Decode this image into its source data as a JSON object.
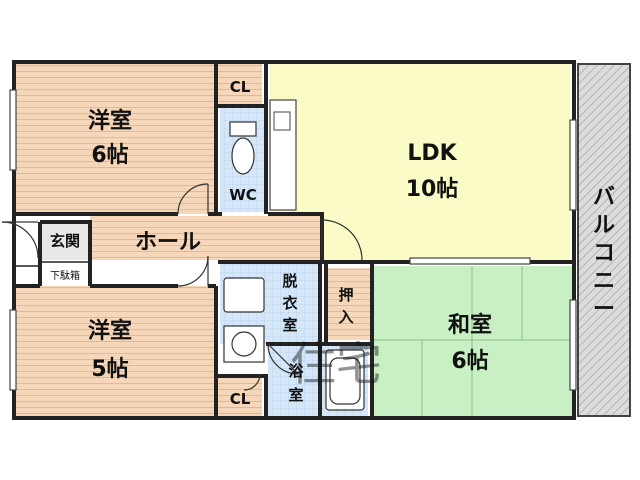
{
  "rooms": {
    "western_room_top": {
      "name": "洋室",
      "size": "6帖"
    },
    "western_room_bottom": {
      "name": "洋室",
      "size": "5帖"
    },
    "ldk": {
      "name": "LDK",
      "size": "10帖"
    },
    "japanese_room": {
      "name": "和室",
      "size": "6帖"
    },
    "closet_top": "CL",
    "closet_bottom": "CL",
    "toilet": "WC",
    "entrance": "玄関",
    "shoe_box": "下駄箱",
    "hall": "ホール",
    "dressing_room": [
      "脱",
      "衣",
      "室"
    ],
    "bathroom": [
      "浴",
      "室"
    ],
    "storage": [
      "押",
      "入"
    ],
    "balcony": [
      "バ",
      "ル",
      "コ",
      "ニ",
      "ー"
    ]
  },
  "colors": {
    "western": "#f6d7ba",
    "ldk": "#fbfbc7",
    "japanese": "#c9efc4",
    "wet_area": "#d4e6f8",
    "wall": "#222222",
    "balcony": "#d3d3d3"
  },
  "watermark": "住宅"
}
